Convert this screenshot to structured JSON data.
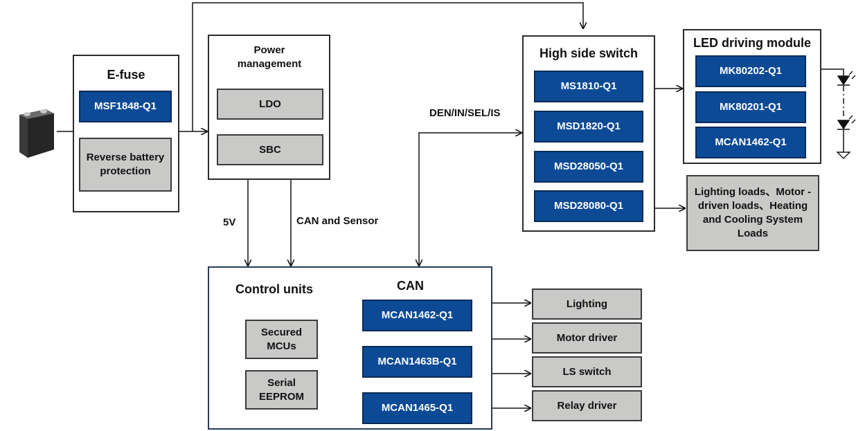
{
  "efuse": {
    "title": "E-fuse",
    "part": "MSF1848-Q1",
    "reverse": "Reverse battery protection"
  },
  "power": {
    "title": "Power management",
    "ldo": "LDO",
    "sbc": "SBC"
  },
  "hss": {
    "title": "High side switch",
    "parts": [
      "MS1810-Q1",
      "MSD1820-Q1",
      "MSD28050-Q1",
      "MSD28080-Q1"
    ]
  },
  "led": {
    "title": "LED driving module",
    "parts": [
      "MK80202-Q1",
      "MK80201-Q1",
      "MCAN1462-Q1"
    ]
  },
  "loads": "Lighting loads、Motor - driven loads、Heating and Cooling System Loads",
  "control": {
    "title": "Control units",
    "mcus": "Secured MCUs",
    "eeprom": "Serial EEPROM"
  },
  "can": {
    "title": "CAN",
    "parts": [
      "MCAN1462-Q1",
      "MCAN1463B-Q1",
      "MCAN1465-Q1"
    ]
  },
  "outputs": [
    "Lighting",
    "Motor driver",
    "LS switch",
    "Relay driver"
  ],
  "signals": {
    "five_v": "5V",
    "can_sensor": "CAN and Sensor",
    "den": "DEN/IN/SEL/IS"
  },
  "icons": {
    "battery": "battery-icon",
    "led": "led-icon",
    "ground": "ground-icon"
  }
}
